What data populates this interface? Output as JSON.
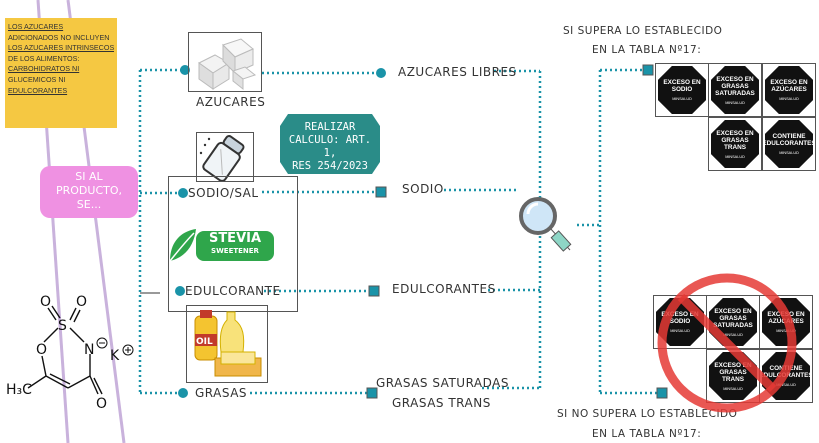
{
  "note": {
    "lines": [
      "LOS AZUCARES",
      "ADICIONADOS NO INCLUYEN",
      "LOS AZUCARES INTRINSECOS",
      "DE LOS ALIMENTOS:",
      "CARBOHIDRATOS NI",
      "GLUCEMICOS NI",
      "EDULCORANTES"
    ]
  },
  "pink_note": {
    "line1": "SI AL",
    "line2": "PRODUCTO,",
    "line3": "SE..."
  },
  "teal_note": {
    "line1": "REALIZAR",
    "line2": "CALCULO: ART. 1,",
    "line3": "RES 254/2023"
  },
  "sources": {
    "azucares": "AZUCARES",
    "sodio": "SODIO/SAL",
    "edulcorante": "EDULCORANTE",
    "grasas": "GRASAS"
  },
  "stevia": {
    "line1": "STEVIA",
    "line2": "SWEETENER"
  },
  "oil_label": "OIL",
  "nutrients": {
    "azucares": "AZUCARES LIBRES",
    "sodio": "SODIO",
    "edulcorantes": "EDULCORANTES",
    "grasas1": "GRASAS SATURADAS",
    "grasas2": "GRASAS TRANS"
  },
  "outcome_top": {
    "line1": "SI SUPERA LO ESTABLECIDO",
    "line2": "EN LA TABLA Nº17:"
  },
  "outcome_bottom": {
    "line1": "SI NO SUPERA LO ESTABLECIDO",
    "line2": "EN LA TABLA Nº17:"
  },
  "seal_ministry": "MINSALUD",
  "seals_top": [
    "EXCESO EN SODIO",
    "EXCESO EN GRASAS SATURADAS",
    "EXCESO EN AZÚCARES",
    "EXCESO EN GRASAS TRANS",
    "CONTIENE EDULCORANTES"
  ],
  "seals_bottom": [
    "EXCESO EN SODIO",
    "EXCESO EN GRASAS SATURADAS",
    "EXCESO EN AZÚCARES",
    "EXCESO EN GRASAS TRANS",
    "CONTIENE EDULCORANTES"
  ],
  "molecule": {
    "s": "S",
    "o1": "O",
    "o2": "O",
    "o3": "O",
    "n": "N",
    "k": "K",
    "h3c": "H₃C",
    "o4": "O"
  },
  "colors": {
    "teal": "#2a8c88",
    "dot": "#1a93a8",
    "red": "#e53935",
    "note": "#f5c842",
    "pink": "#ef91e2"
  }
}
